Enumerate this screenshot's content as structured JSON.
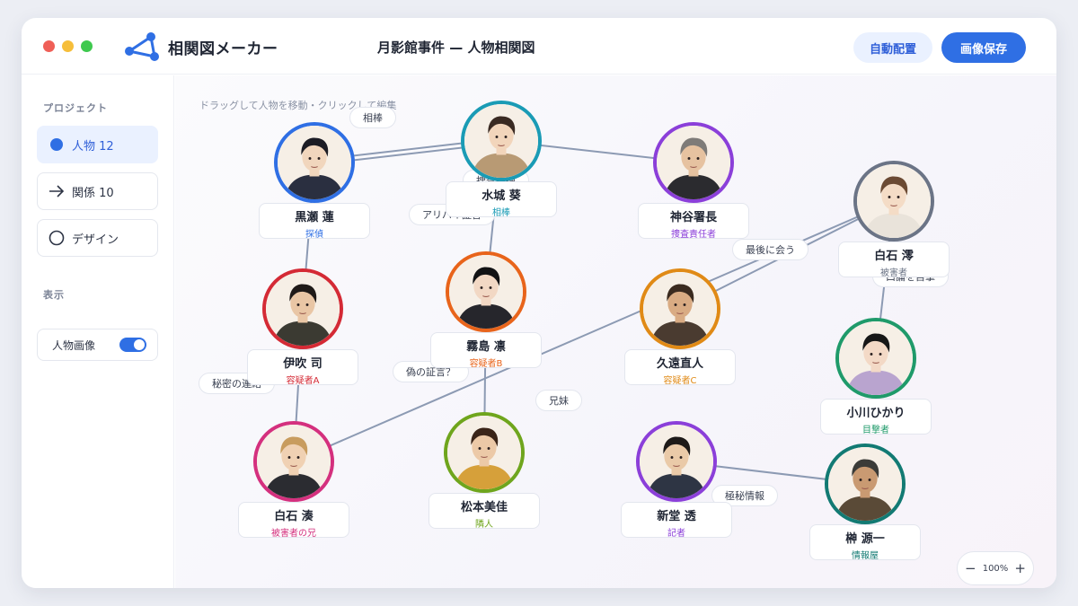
{
  "app": {
    "title": "相関図メーカー",
    "document_title": "月影館事件 — 人物相関図"
  },
  "toolbar": {
    "auto_layout": "自動配置",
    "save_image": "画像保存"
  },
  "colors": {
    "accent": "#2f6fe4"
  },
  "sidebar": {
    "project_heading": "プロジェクト",
    "items": [
      {
        "label": "人物 12",
        "icon": "dot-icon"
      },
      {
        "label": "関係 10",
        "icon": "arrow-right-icon"
      },
      {
        "label": "デザイン",
        "icon": "circle-icon"
      }
    ],
    "display_heading": "表示",
    "toggle_label": "人物画像",
    "toggle_on": true
  },
  "canvas": {
    "hint": "ドラッグして人物を移動・クリックして編集"
  },
  "people": [
    {
      "name": "黒瀬 蓮",
      "role": "探偵",
      "color": "#2f6fe4"
    },
    {
      "name": "水城 葵",
      "role": "相棒",
      "color": "#1a9bb5"
    },
    {
      "name": "神谷署長",
      "role": "捜査責任者",
      "color": "#8b3fd9"
    },
    {
      "name": "白石 澪",
      "role": "被害者",
      "color": "#6b7486"
    },
    {
      "name": "伊吹 司",
      "role": "容疑者A",
      "color": "#d42a35"
    },
    {
      "name": "霧島 凛",
      "role": "容疑者B",
      "color": "#e8641b"
    },
    {
      "name": "久遠直人",
      "role": "容疑者C",
      "color": "#e08a16"
    },
    {
      "name": "小川ひかり",
      "role": "目撃者",
      "color": "#1f9a6a"
    },
    {
      "name": "白石 湊",
      "role": "被害者の兄",
      "color": "#d4307e"
    },
    {
      "name": "松本美佳",
      "role": "隣人",
      "color": "#6fa51d"
    },
    {
      "name": "新堂 透",
      "role": "記者",
      "color": "#8b3fd9"
    },
    {
      "name": "榊 源一",
      "role": "情報屋",
      "color": "#127a73"
    }
  ],
  "relations": [
    {
      "label": "相棒"
    },
    {
      "label": "捜査指揮"
    },
    {
      "label": "アリバイ証言"
    },
    {
      "label": "最後に会う"
    },
    {
      "label": "口論を目撃"
    },
    {
      "label": "秘密の連絡"
    },
    {
      "label": "偽の証言？"
    },
    {
      "label": "兄妹"
    },
    {
      "label": "極秘情報"
    },
    {
      "label": ""
    }
  ],
  "zoom": {
    "minus": "−",
    "level": "100%",
    "plus": "+"
  }
}
